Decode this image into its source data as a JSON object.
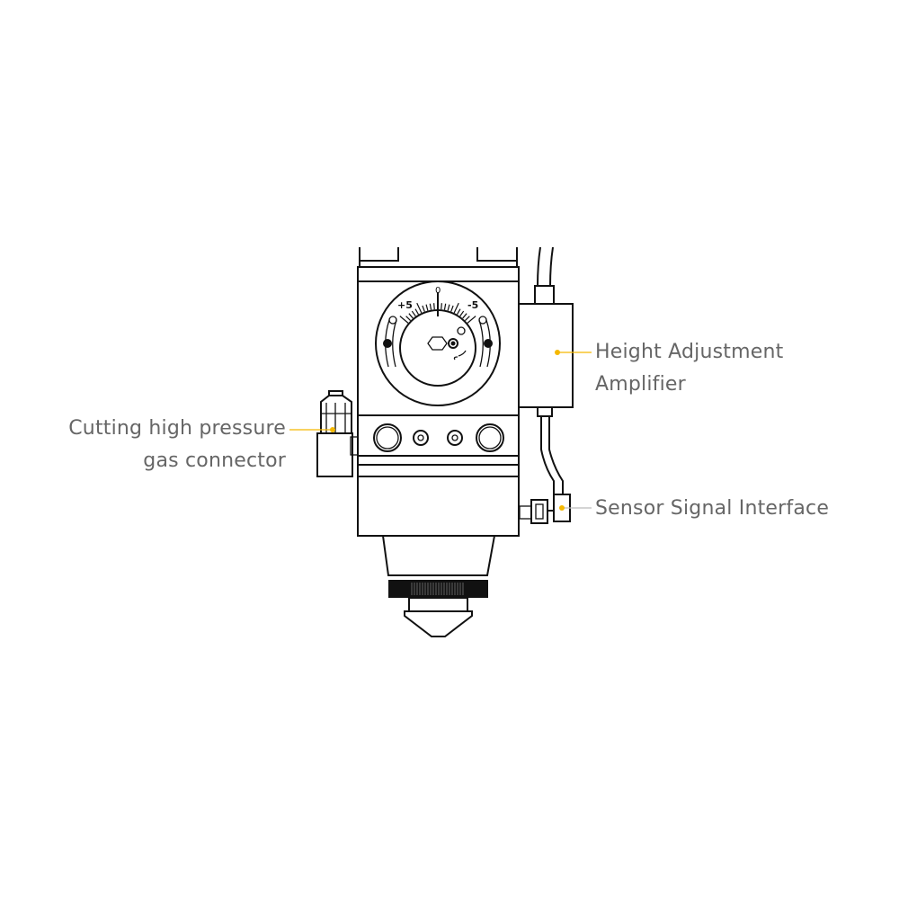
{
  "title": "Laser cutting head components",
  "colors": {
    "accent": "#f5b800",
    "text": "#666666",
    "line": "#111111"
  },
  "dial": {
    "plus_label": "+5",
    "zero_label": "0",
    "minus_label": "-5"
  },
  "labels": {
    "amplifier": [
      "Height Adjustment",
      "Amplifier"
    ],
    "gas_connector": [
      "Cutting high pressure",
      "gas connector"
    ],
    "sensor": [
      "Sensor Signal Interface"
    ]
  }
}
